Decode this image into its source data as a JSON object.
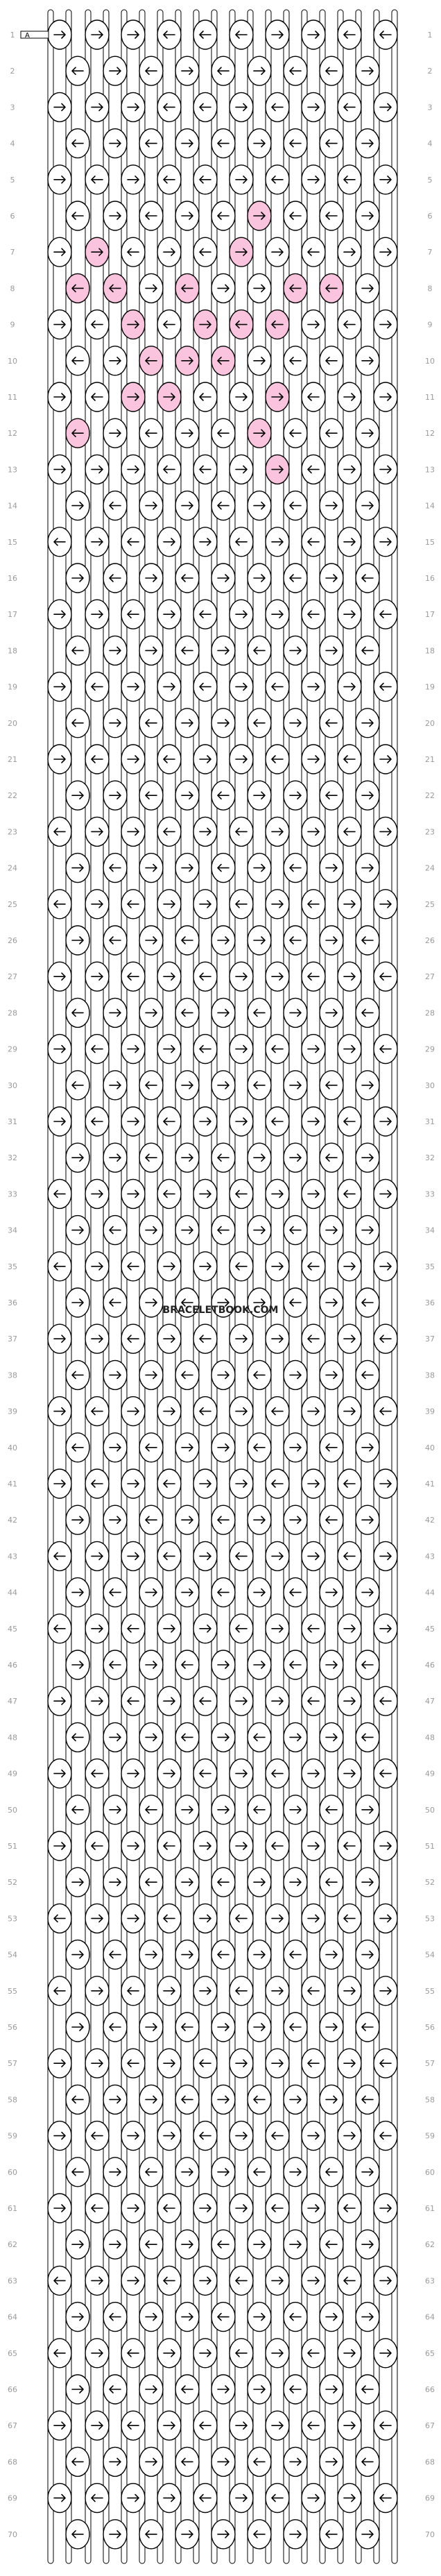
{
  "title": "",
  "watermark": "BRACELETBOOK.COM",
  "colors": {
    "A": "#ffffff",
    "B": "#fbc4de"
  },
  "strands_left_label": "A",
  "strand_colors_top": [
    "A",
    "A",
    "A",
    "A",
    "A",
    "A",
    "A",
    "A",
    "A",
    "A",
    "A",
    "A",
    "A",
    "A",
    "A",
    "A",
    "A",
    "A",
    "A",
    "A"
  ],
  "pattern": {
    "rows": 70,
    "columns": 10,
    "knot_rows": [
      {
        "n": 1,
        "knots": [
          {
            "d": "r",
            "c": "A"
          },
          {
            "d": "r",
            "c": "A"
          },
          {
            "d": "r",
            "c": "A"
          },
          {
            "d": "l",
            "c": "A"
          },
          {
            "d": "l",
            "c": "A"
          },
          {
            "d": "l",
            "c": "A"
          },
          {
            "d": "r",
            "c": "A"
          },
          {
            "d": "r",
            "c": "A"
          },
          {
            "d": "l",
            "c": "A"
          },
          {
            "d": "l",
            "c": "A"
          }
        ]
      },
      {
        "n": 2,
        "knots": [
          {
            "d": "l",
            "c": "A"
          },
          {
            "d": "r",
            "c": "A"
          },
          {
            "d": "l",
            "c": "A"
          },
          {
            "d": "r",
            "c": "A"
          },
          {
            "d": "l",
            "c": "A"
          },
          {
            "d": "r",
            "c": "A"
          },
          {
            "d": "l",
            "c": "A"
          },
          {
            "d": "l",
            "c": "A"
          },
          {
            "d": "r",
            "c": "A"
          }
        ]
      },
      {
        "n": 3,
        "knots": [
          {
            "d": "r",
            "c": "A"
          },
          {
            "d": "r",
            "c": "A"
          },
          {
            "d": "r",
            "c": "A"
          },
          {
            "d": "l",
            "c": "A"
          },
          {
            "d": "l",
            "c": "A"
          },
          {
            "d": "r",
            "c": "A"
          },
          {
            "d": "l",
            "c": "A"
          },
          {
            "d": "r",
            "c": "A"
          },
          {
            "d": "l",
            "c": "A"
          },
          {
            "d": "r",
            "c": "A"
          }
        ]
      },
      {
        "n": 4,
        "knots": [
          {
            "d": "l",
            "c": "A"
          },
          {
            "d": "r",
            "c": "A"
          },
          {
            "d": "l",
            "c": "A"
          },
          {
            "d": "r",
            "c": "A"
          },
          {
            "d": "l",
            "c": "A"
          },
          {
            "d": "r",
            "c": "A"
          },
          {
            "d": "l",
            "c": "A"
          },
          {
            "d": "l",
            "c": "A"
          },
          {
            "d": "r",
            "c": "A"
          }
        ]
      },
      {
        "n": 5,
        "knots": [
          {
            "d": "r",
            "c": "A"
          },
          {
            "d": "l",
            "c": "A"
          },
          {
            "d": "r",
            "c": "A"
          },
          {
            "d": "l",
            "c": "A"
          },
          {
            "d": "l",
            "c": "A"
          },
          {
            "d": "r",
            "c": "A"
          },
          {
            "d": "l",
            "c": "A"
          },
          {
            "d": "r",
            "c": "A"
          },
          {
            "d": "l",
            "c": "A"
          },
          {
            "d": "r",
            "c": "A"
          }
        ]
      },
      {
        "n": 6,
        "knots": [
          {
            "d": "l",
            "c": "A"
          },
          {
            "d": "r",
            "c": "A"
          },
          {
            "d": "l",
            "c": "A"
          },
          {
            "d": "r",
            "c": "A"
          },
          {
            "d": "l",
            "c": "A"
          },
          {
            "d": "r",
            "c": "B"
          },
          {
            "d": "l",
            "c": "A"
          },
          {
            "d": "l",
            "c": "A"
          },
          {
            "d": "r",
            "c": "A"
          }
        ]
      },
      {
        "n": 7,
        "knots": [
          {
            "d": "r",
            "c": "A"
          },
          {
            "d": "r",
            "c": "B"
          },
          {
            "d": "l",
            "c": "A"
          },
          {
            "d": "r",
            "c": "A"
          },
          {
            "d": "l",
            "c": "A"
          },
          {
            "d": "r",
            "c": "B"
          },
          {
            "d": "r",
            "c": "A"
          },
          {
            "d": "l",
            "c": "A"
          },
          {
            "d": "r",
            "c": "A"
          },
          {
            "d": "r",
            "c": "A"
          }
        ]
      },
      {
        "n": 8,
        "knots": [
          {
            "d": "l",
            "c": "B"
          },
          {
            "d": "l",
            "c": "B"
          },
          {
            "d": "r",
            "c": "A"
          },
          {
            "d": "l",
            "c": "B"
          },
          {
            "d": "r",
            "c": "A"
          },
          {
            "d": "r",
            "c": "A"
          },
          {
            "d": "l",
            "c": "B"
          },
          {
            "d": "l",
            "c": "B"
          },
          {
            "d": "r",
            "c": "A"
          }
        ]
      },
      {
        "n": 9,
        "knots": [
          {
            "d": "r",
            "c": "A"
          },
          {
            "d": "l",
            "c": "A"
          },
          {
            "d": "r",
            "c": "B"
          },
          {
            "d": "l",
            "c": "A"
          },
          {
            "d": "r",
            "c": "B"
          },
          {
            "d": "l",
            "c": "B"
          },
          {
            "d": "l",
            "c": "B"
          },
          {
            "d": "r",
            "c": "A"
          },
          {
            "d": "l",
            "c": "A"
          },
          {
            "d": "r",
            "c": "A"
          }
        ]
      },
      {
        "n": 10,
        "knots": [
          {
            "d": "l",
            "c": "A"
          },
          {
            "d": "r",
            "c": "A"
          },
          {
            "d": "l",
            "c": "B"
          },
          {
            "d": "r",
            "c": "B"
          },
          {
            "d": "l",
            "c": "B"
          },
          {
            "d": "r",
            "c": "A"
          },
          {
            "d": "l",
            "c": "A"
          },
          {
            "d": "l",
            "c": "A"
          },
          {
            "d": "r",
            "c": "A"
          }
        ]
      },
      {
        "n": 11,
        "knots": [
          {
            "d": "r",
            "c": "A"
          },
          {
            "d": "l",
            "c": "A"
          },
          {
            "d": "r",
            "c": "B"
          },
          {
            "d": "r",
            "c": "B"
          },
          {
            "d": "l",
            "c": "A"
          },
          {
            "d": "r",
            "c": "A"
          },
          {
            "d": "r",
            "c": "B"
          },
          {
            "d": "l",
            "c": "A"
          },
          {
            "d": "r",
            "c": "A"
          },
          {
            "d": "r",
            "c": "A"
          }
        ]
      },
      {
        "n": 12,
        "knots": [
          {
            "d": "l",
            "c": "B"
          },
          {
            "d": "r",
            "c": "A"
          },
          {
            "d": "l",
            "c": "A"
          },
          {
            "d": "r",
            "c": "A"
          },
          {
            "d": "l",
            "c": "A"
          },
          {
            "d": "r",
            "c": "B"
          },
          {
            "d": "l",
            "c": "A"
          },
          {
            "d": "l",
            "c": "A"
          },
          {
            "d": "r",
            "c": "A"
          }
        ]
      },
      {
        "n": 13,
        "knots": [
          {
            "d": "r",
            "c": "A"
          },
          {
            "d": "r",
            "c": "A"
          },
          {
            "d": "r",
            "c": "A"
          },
          {
            "d": "l",
            "c": "A"
          },
          {
            "d": "l",
            "c": "A"
          },
          {
            "d": "r",
            "c": "A"
          },
          {
            "d": "r",
            "c": "B"
          },
          {
            "d": "l",
            "c": "A"
          },
          {
            "d": "r",
            "c": "A"
          },
          {
            "d": "r",
            "c": "A"
          }
        ]
      }
    ]
  },
  "row_labels": [
    "1",
    "2",
    "3",
    "4",
    "5",
    "6",
    "7",
    "8",
    "9",
    "10",
    "11",
    "12",
    "13",
    "14",
    "15",
    "16",
    "17",
    "18",
    "19",
    "20",
    "21",
    "22",
    "23",
    "24",
    "25",
    "26",
    "27",
    "28",
    "29",
    "30",
    "31",
    "32",
    "33",
    "34",
    "35",
    "36",
    "37",
    "38",
    "39",
    "40",
    "41",
    "42",
    "43",
    "44",
    "45",
    "46",
    "47",
    "48",
    "49",
    "50",
    "51",
    "52",
    "53",
    "54",
    "55",
    "56",
    "57",
    "58",
    "59",
    "60",
    "61",
    "62",
    "63",
    "64",
    "65",
    "66",
    "67",
    "68",
    "69",
    "70"
  ]
}
